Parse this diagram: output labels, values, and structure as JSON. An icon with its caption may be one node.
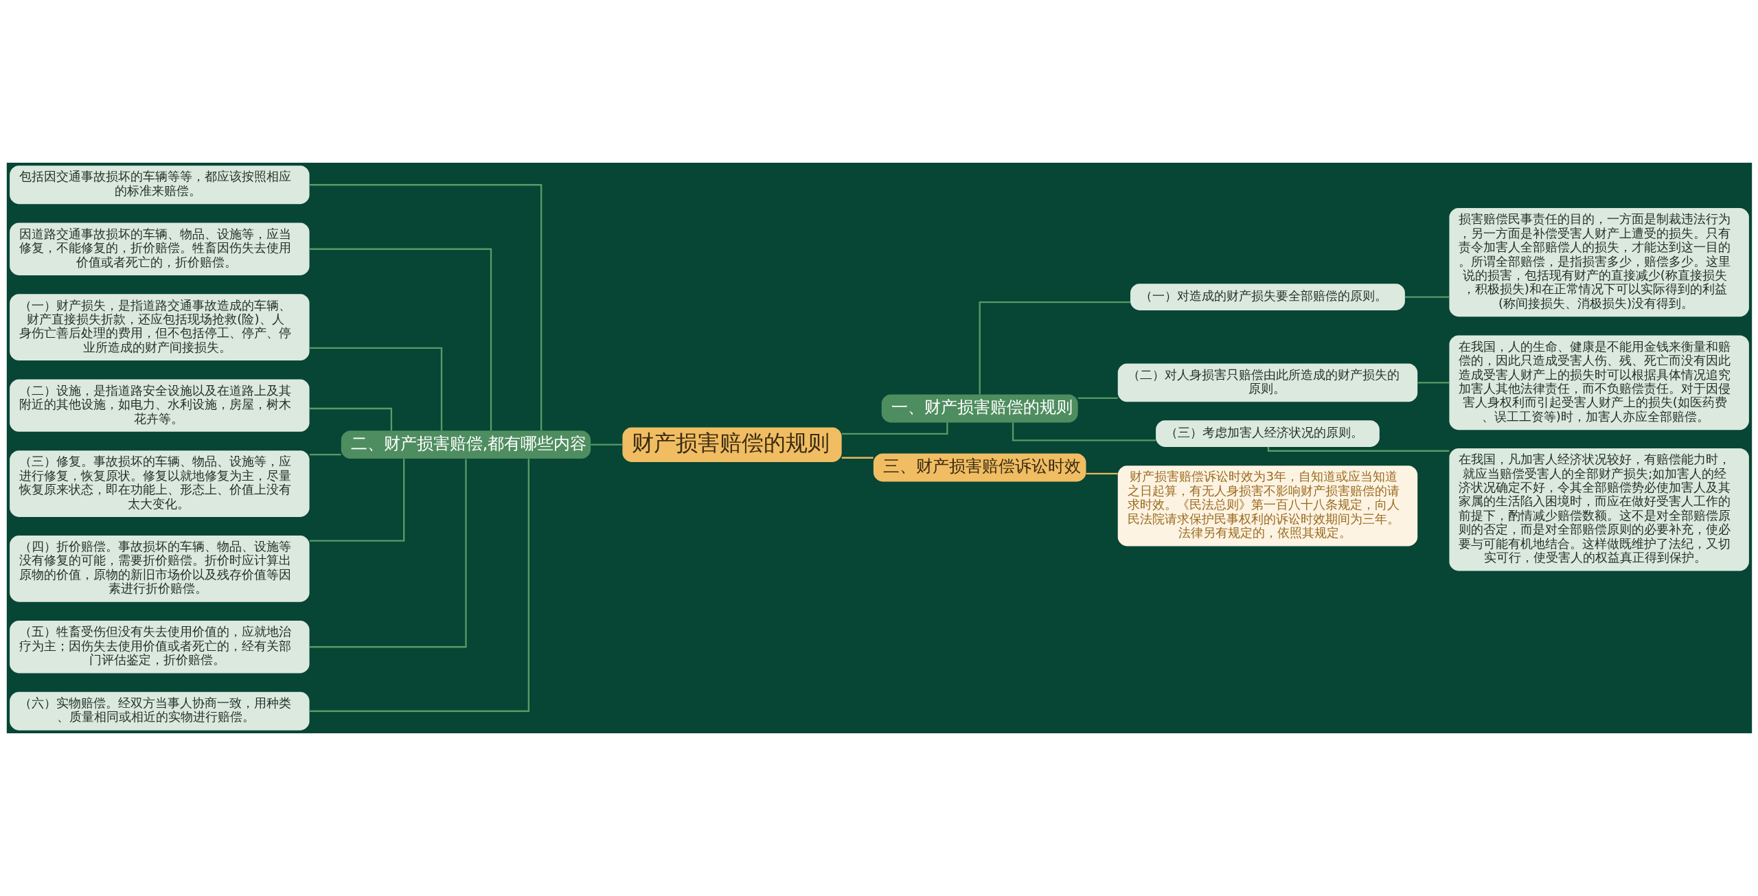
{
  "diagram": {
    "nodes": [
      {
        "text": [
          "财产损害赔偿的规则"
        ]
      },
      {
        "text": [
          "一、财产损害赔偿的规则"
        ]
      },
      {
        "text": [
          "（一）对造成的财产损失要全部赔偿的原则。"
        ]
      },
      {
        "text": [
          "损害赔偿民事责任的目的，一方面是制裁违法行为，另一方面是补偿受害人财产上遭受的损失。只有责令加害人全部赔偿人的损失，才能达到这一目的。所谓全部赔偿，是指损害多少，赔偿多少。这里说的损害，包括现有财产的直接减少(称直接损失，积极损失)和在正常情况下可以实际得到的利益(称间接损失、消极损失)没有得到。"
        ]
      },
      {
        "text": [
          "（二）对人身损害只赔偿由此所造成的财产损失的原则。"
        ]
      },
      {
        "text": [
          "在我国，人的生命、健康是不能用金钱来衡量和赔偿的，因此只造成受害人伤、残、死亡而没有因此造成受害人财产上的损失时可以根据具体情况追究加害人其他法律责任，而不负赔偿责任。对于因侵害人身权利而引起受害人财产上的损失(如医药费、误工工资等)时，加害人亦应全部赔偿。"
        ]
      },
      {
        "text": [
          "（三）考虑加害人经济状况的原则。"
        ]
      },
      {
        "text": [
          "在我国，凡加害人经济状况较好，有赔偿能力时，就应当赔偿受害人的全部财产损失;如加害人的经济状况确定不好，令其全部赔偿势必使加害人及其家属的生活陷入困境时，而应在做好受害人工作的前提下，酌情减少赔偿数额。这不是对全部赔偿原则的否定，而是对全部赔偿原则的必要补充，使必要与可能有机地结合。这样做既维护了法纪，又切实可行，使受害人的权益真正得到保护。"
        ]
      },
      {
        "text": [
          "二、财产损害赔偿,都有哪些内容"
        ]
      },
      {
        "text": [
          "包括因交通事故损坏的车辆等等，都应该按照相应的标准来赔偿。"
        ]
      },
      {
        "text": [
          "因道路交通事故损坏的车辆、物品、设施等，应当修复，不能修复的，折价赔偿。牲畜因伤失去使用价值或者死亡的，折价赔偿。"
        ]
      },
      {
        "text": [
          "（一）财产损失，是指道路交通事故造成的车辆、财产直接损失折款，还应包括现场抢救(险)、人身伤亡善后处理的费用，但不包括停工、停产、停业所造成的财产间接损失。"
        ]
      },
      {
        "text": [
          "（二）设施，是指道路安全设施以及在道路上及其附近的其他设施，如电力、水利设施，房屋，树木花卉等。"
        ]
      },
      {
        "text": [
          "（三）修复。事故损坏的车辆、物品、设施等，应进行修复，恢复原状。修复以就地修复为主，尽量恢复原来状态，即在功能上、形态上、价值上没有太大变化。"
        ]
      },
      {
        "text": [
          "（四）折价赔偿。事故损坏的车辆、物品、设施等没有修复的可能，需要折价赔偿。折价时应计算出原物的价值，原物的新旧市场价以及残存价值等因素进行折价赔偿。"
        ]
      },
      {
        "text": [
          "（五）牲畜受伤但没有失去使用价值的，应就地治疗为主；因伤失去使用价值或者死亡的，经有关部门评估鉴定，折价赔偿。"
        ]
      },
      {
        "text": [
          "（六）实物赔偿。经双方当事人协商一致，用种类、质量相同或相近的实物进行赔偿。"
        ]
      },
      {
        "text": [
          "三、财产损害赔偿诉讼时效"
        ]
      },
      {
        "text": [
          "财产损害赔偿诉讼时效为3年，自知道或应当知道之日起算，有无人身损害不影响财产损害赔偿的请求时效。《民法总则》第一百八十八条规定，向人民法院请求保护民事权利的诉讼时效期间为三年。法律另有规定的，依照其规定。"
        ]
      }
    ],
    "edges": [
      {
        "from": 0,
        "to": 1,
        "arrow": "none"
      },
      {
        "from": 1,
        "to": 2,
        "arrow": "none"
      },
      {
        "from": 2,
        "to": 3,
        "arrow": "none"
      },
      {
        "from": 1,
        "to": 4,
        "arrow": "none"
      },
      {
        "from": 4,
        "to": 5,
        "arrow": "none"
      },
      {
        "from": 1,
        "to": 6,
        "arrow": "none"
      },
      {
        "from": 6,
        "to": 7,
        "arrow": "none"
      },
      {
        "from": 0,
        "to": 8,
        "arrow": "none"
      },
      {
        "from": 8,
        "to": 9,
        "arrow": "none"
      },
      {
        "from": 8,
        "to": 10,
        "arrow": "none"
      },
      {
        "from": 8,
        "to": 11,
        "arrow": "none"
      },
      {
        "from": 8,
        "to": 12,
        "arrow": "none"
      },
      {
        "from": 8,
        "to": 13,
        "arrow": "none"
      },
      {
        "from": 8,
        "to": 14,
        "arrow": "none"
      },
      {
        "from": 8,
        "to": 15,
        "arrow": "none"
      },
      {
        "from": 8,
        "to": 16,
        "arrow": "none"
      },
      {
        "from": 0,
        "to": 17,
        "arrow": "none",
        "color": "#e8b85c"
      },
      {
        "from": 17,
        "to": 18,
        "arrow": "none",
        "color": "#e8b85c"
      }
    ]
  }
}
